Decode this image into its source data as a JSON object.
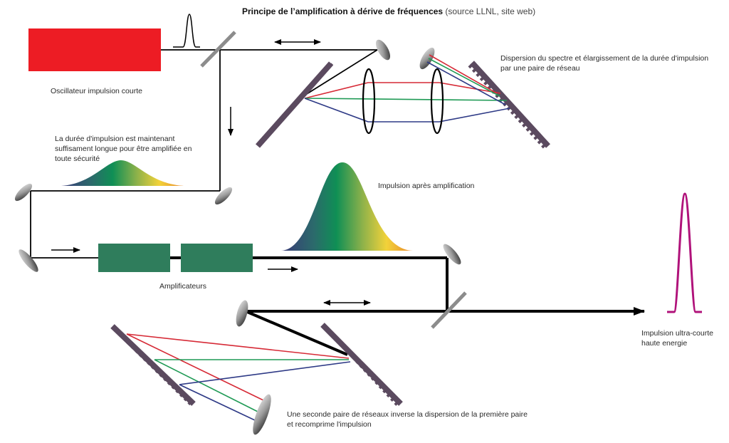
{
  "title": {
    "main": "Principe de l’amplification à dérive de fréquences",
    "source": " (source LLNL, site web)"
  },
  "labels": {
    "oscillator": "Oscillateur impulsion courte",
    "dispersion": "Dispersion du spectre et élargissement de la durée d'impulsion\npar une paire de réseau",
    "stretched": "La durée d'impulsion est maintenant\nsuffisament longue pour être amplifiée en\ntoute sécurité",
    "amplified": "Impulsion après amplification",
    "amplifiers": "Amplificateurs",
    "output": "Impulsion ultra-courte\nhaute energie",
    "compressor": "Une seconde paire de réseaux inverse la dispersion de la première paire\net recomprime l'impulsion"
  },
  "colors": {
    "oscillator": "#ed1c24",
    "amplifier": "#2f7d5c",
    "grating": "#5b4a5f",
    "beam": "#000000",
    "ray_red": "#d62a36",
    "ray_green": "#1f9a55",
    "ray_blue": "#2e3a86",
    "output_pulse": "#b0127a",
    "splitter": "#8c8c8c"
  },
  "spectrum_gradient": [
    "#3a3a78",
    "#2b6b6b",
    "#0f8f55",
    "#8fb24a",
    "#f2d23a",
    "#e8872a"
  ]
}
